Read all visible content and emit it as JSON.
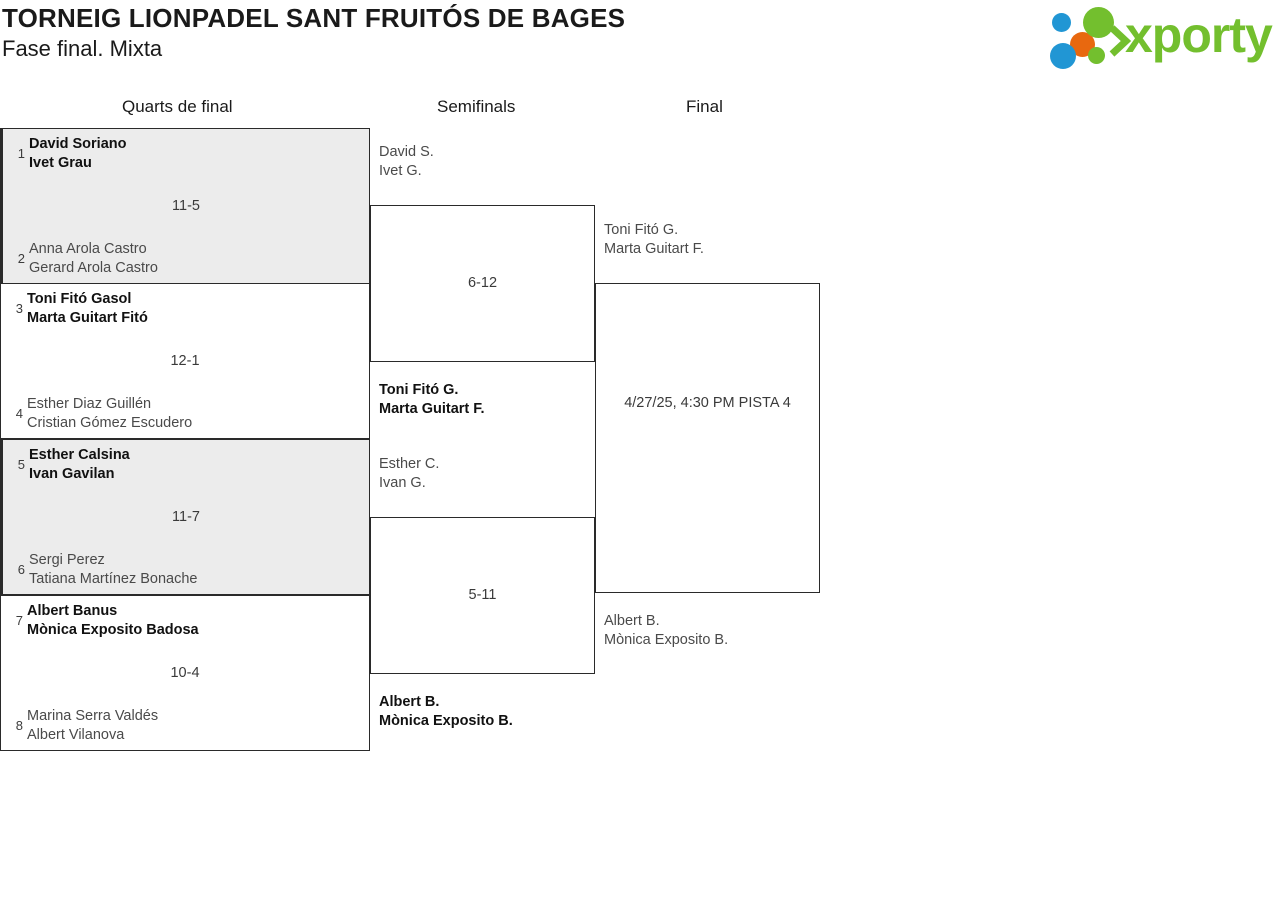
{
  "header": {
    "title_line1": "TORNEIG LIONPADEL SANT FRUITÓS DE BAGES",
    "title_line2": "Fase final. Mixta",
    "logo_word": "xporty",
    "logo_colors": {
      "green": "#73bf2e",
      "blue": "#2196d4",
      "orange": "#e8680f"
    }
  },
  "rounds": [
    {
      "key": "quarters",
      "label": "Quarts de final"
    },
    {
      "key": "semifinals",
      "label": "Semifinals"
    },
    {
      "key": "final",
      "label": "Final"
    }
  ],
  "bracket": {
    "quarters": [
      {
        "top": {
          "seed": "1",
          "player1": "David Soriano",
          "player2": "Ivet Grau",
          "winner": true
        },
        "bottom": {
          "seed": "2",
          "player1": "Anna Arola Castro",
          "player2": "Gerard Arola Castro",
          "winner": false
        },
        "score": "11-5",
        "shaded": true
      },
      {
        "top": {
          "seed": "3",
          "player1": "Toni Fitó Gasol",
          "player2": "Marta Guitart Fitó",
          "winner": true
        },
        "bottom": {
          "seed": "4",
          "player1": "Esther Diaz Guillén",
          "player2": "Cristian Gómez Escudero",
          "winner": false
        },
        "score": "12-1",
        "shaded": false
      },
      {
        "top": {
          "seed": "5",
          "player1": "Esther Calsina",
          "player2": "Ivan Gavilan",
          "winner": true
        },
        "bottom": {
          "seed": "6",
          "player1": "Sergi Perez",
          "player2": "Tatiana Martínez Bonache",
          "winner": false
        },
        "score": "11-7",
        "shaded": true
      },
      {
        "top": {
          "seed": "7",
          "player1": "Albert Banus",
          "player2": "Mònica Exposito Badosa",
          "winner": true
        },
        "bottom": {
          "seed": "8",
          "player1": "Marina Serra Valdés",
          "player2": "Albert Vilanova",
          "winner": false
        },
        "score": "10-4",
        "shaded": false
      }
    ],
    "semifinals": [
      {
        "top": {
          "player1": "David S.",
          "player2": "Ivet G.",
          "winner": false
        },
        "bottom": {
          "player1": "Toni Fitó G.",
          "player2": "Marta Guitart F.",
          "winner": true
        },
        "score": "6-12"
      },
      {
        "top": {
          "player1": "Esther C.",
          "player2": "Ivan G.",
          "winner": false
        },
        "bottom": {
          "player1": "Albert B.",
          "player2": "Mònica Exposito B.",
          "winner": true
        }
      }
    ],
    "semifinal_2_score": "5-11",
    "final": [
      {
        "top": {
          "player1": "Toni Fitó G.",
          "player2": "Marta Guitart F.",
          "winner": false
        },
        "bottom": {
          "player1": "Albert B.",
          "player2": "Mònica Exposito B.",
          "winner": false
        },
        "schedule": "4/27/25, 4:30 PM PISTA 4"
      }
    ]
  }
}
